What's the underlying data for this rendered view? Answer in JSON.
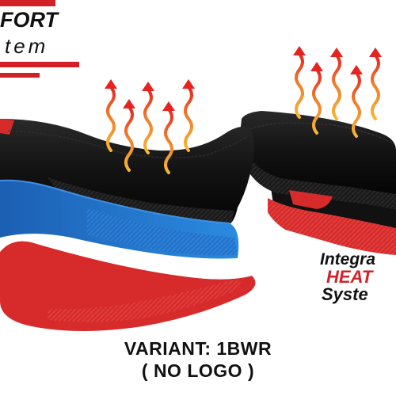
{
  "brand": {
    "line1": "FORT",
    "line2": "tem",
    "accent_color": "#d32027"
  },
  "badge": {
    "line1": "Integra",
    "line2": "HEAT",
    "line3": "Syste",
    "accent_color": "#d32027"
  },
  "product": {
    "variant_label": "VARIANT: 1BWR",
    "logo_note": "( NO LOGO )",
    "colors": {
      "body": "#121212",
      "blue": "#1f6fc9",
      "red": "#d72b2b",
      "white": "#ffffff",
      "heat_arrow": "#e52421",
      "heat_wave": "#f39c12"
    },
    "heat_icon": "heat-wave-arrow-icon"
  }
}
